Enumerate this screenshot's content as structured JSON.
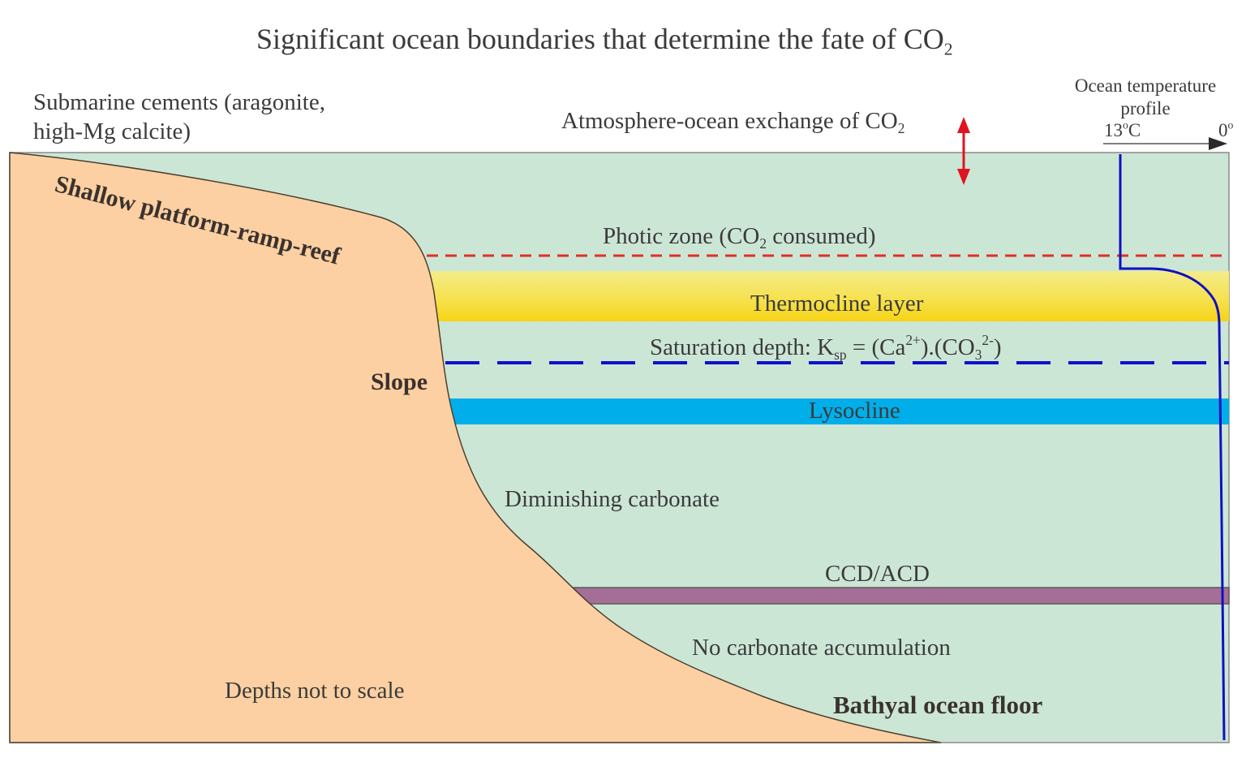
{
  "title": {
    "text": "Significant ocean boundaries that determine the fate of CO",
    "subscript": "2"
  },
  "top_left_note": {
    "line1": "Submarine cements (aragonite,",
    "line2": "high-Mg calcite)"
  },
  "exchange_label": {
    "text": "Atmosphere-ocean exchange of CO",
    "subscript": "2"
  },
  "temperature_profile": {
    "title_line1": "Ocean temperature",
    "title_line2": "profile",
    "start_value": "13",
    "start_unit": "C",
    "end_value": "0",
    "degree": "o"
  },
  "zones": {
    "photic": {
      "prefix": "Photic zone (CO",
      "subscript": "2",
      "suffix": " consumed)"
    },
    "thermocline": {
      "label": "Thermocline layer"
    },
    "saturation": {
      "prefix": "Saturation depth: K",
      "k_subscript": "sp",
      "mid": " = (Ca",
      "ca_superscript": "2+",
      "mid2": ").(CO",
      "co_subscript": "3",
      "co_superscript": "2-",
      "suffix": ")"
    },
    "lysocline": {
      "label": "Lysocline"
    },
    "ccd": {
      "label": "CCD/ACD"
    }
  },
  "regions": {
    "shallow": "Shallow platform-ramp-reef",
    "slope": "Slope",
    "diminishing": "Diminishing carbonate",
    "no_accumulation": "No carbonate accumulation",
    "bathyal": "Bathyal ocean floor",
    "depth_note": "Depths not to scale"
  },
  "colors": {
    "ocean": "#cce6d6",
    "land": "#fcd0a2",
    "photic_line": "#e0302a",
    "thermocline_top": "#f3ec86",
    "thermocline_bottom": "#f6d614",
    "saturation_line": "#1010cc",
    "lysocline": "#00aeea",
    "ccd": "#a56e98",
    "temperature_curve": "#1010c0",
    "exchange_arrow": "#e0141e"
  }
}
